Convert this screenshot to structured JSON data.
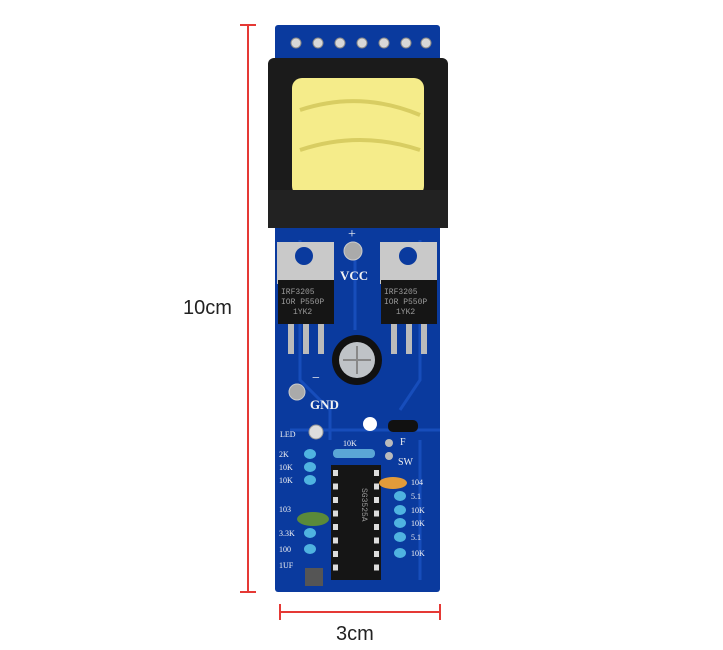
{
  "dimensions": {
    "height_label": "10cm",
    "width_label": "3cm",
    "line_color": "#e53935"
  },
  "board": {
    "pcb_color": "#0a3a9e",
    "silkscreen": {
      "plus": "+",
      "minus": "−",
      "vcc": "VCC",
      "gnd": "GND",
      "led": "LED",
      "r_top": "10K",
      "f": "F",
      "sw": "SW",
      "left_labels": [
        "2K",
        "10K",
        "10K",
        "103",
        "3.3K",
        "100",
        "1UF"
      ],
      "right_labels": [
        "104",
        "5.1",
        "10K",
        "10K",
        "5.1",
        "10K"
      ]
    },
    "mosfet_left": [
      "IRF3205",
      "IOR P550P",
      "1YK2"
    ],
    "mosfet_right": [
      "IRF3205",
      "IOR P550P",
      "1YK2"
    ],
    "ic_marking": [
      "SG3525A"
    ]
  }
}
